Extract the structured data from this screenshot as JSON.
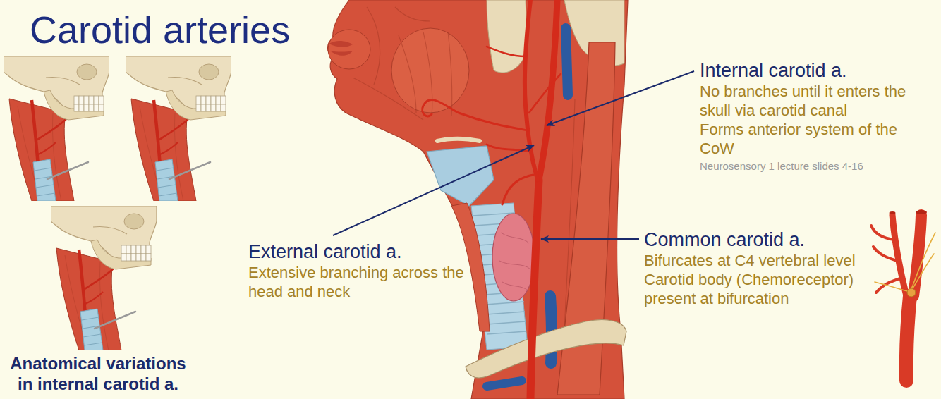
{
  "diagram": {
    "title": "Carotid arteries",
    "labels": [
      "Internal carotid a.",
      "No branches until it enters the skull via carotid canal",
      "Forms anterior system of the CoW",
      "Neurosensory 1 lecture slides 4-16",
      "External carotid a.",
      "Extensive branching across the head and neck",
      "Common carotid a.",
      "Bifurcates at C4 vertebral level",
      "Carotid body (Chemoreceptor) present at bifurcation",
      "Anatomical variations in internal carotid a."
    ]
  }
}
